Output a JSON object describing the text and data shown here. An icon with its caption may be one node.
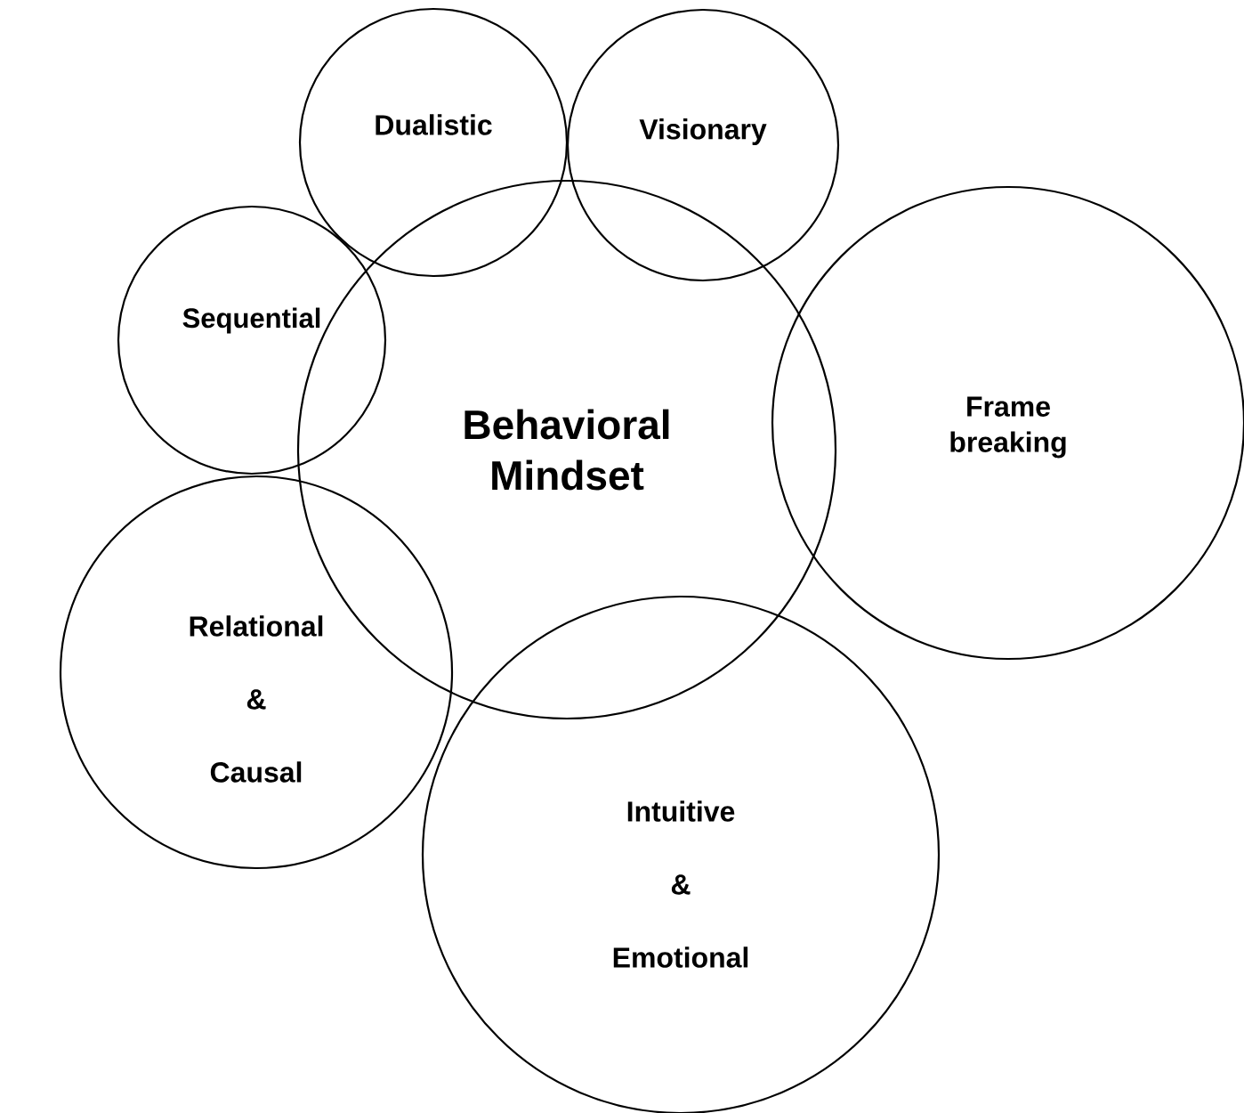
{
  "diagram": {
    "nodes": [
      {
        "text": [
          "Behavioral Mindset"
        ]
      },
      {
        "text": [
          "Dualistic"
        ]
      },
      {
        "text": [
          "Visionary"
        ]
      },
      {
        "text": [
          "Sequential"
        ]
      },
      {
        "text": [
          "Frame breaking"
        ]
      },
      {
        "text": [
          "Relational",
          "&",
          "Causal"
        ]
      },
      {
        "text": [
          "Intuitive",
          "&",
          "Emotional"
        ]
      }
    ]
  }
}
